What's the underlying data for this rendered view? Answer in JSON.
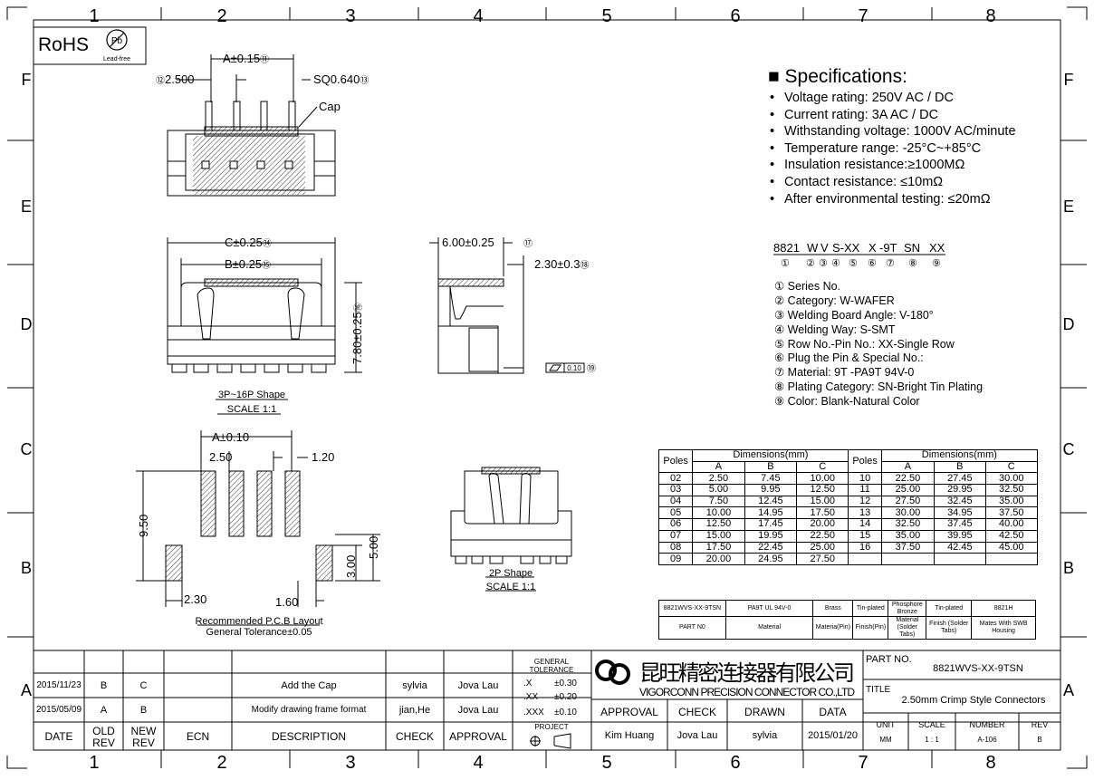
{
  "rohs": {
    "label": "RoHS",
    "pb": "Pb",
    "lead_free": "Lead-free"
  },
  "border": {
    "columns": [
      "1",
      "2",
      "3",
      "4",
      "5",
      "6",
      "7",
      "8"
    ],
    "rows": [
      "F",
      "E",
      "D",
      "C",
      "B",
      "A"
    ]
  },
  "top_view": {
    "dim_a": "A±0.15",
    "n11": "⑪",
    "pitch": "2.500",
    "n12": "⑫",
    "sq": "SQ0.640",
    "n13": "⑬",
    "cap": "Cap"
  },
  "front_view": {
    "dim_c": "C±0.25",
    "n14": "⑭",
    "dim_b": "B±0.25",
    "n15": "⑮",
    "height": "7.80±0.25",
    "n16": "⑯",
    "shape": "3P~16P Shape",
    "scale": "SCALE 1:1"
  },
  "side_view": {
    "width": "6.00±0.25",
    "n17": "⑰",
    "pin": "2.30±0.3",
    "n18": "⑱",
    "flat": "0.10",
    "n19": "⑲"
  },
  "pcb": {
    "dim_a": "A±0.10",
    "pitch": "2.50",
    "pad_w": "1.20",
    "h1": "9.50",
    "h2": "5.00",
    "h3": "3.00",
    "w1": "2.30",
    "w2": "1.60",
    "title": "Recommended P.C.B Layout",
    "tolerance": "General Tolerance±0.05"
  },
  "two_p": {
    "shape": "2P Shape",
    "scale": "SCALE 1:1"
  },
  "specs": {
    "title": "Specifications",
    "colon": ":",
    "items": [
      "Voltage rating: 250V AC / DC",
      "Current rating: 3A  AC / DC",
      "Withstanding voltage: 1000V AC/minute",
      "Temperature range: -25°C~+85°C",
      "Insulation resistance:≥1000MΩ",
      "Contact resistance: ≤10mΩ",
      "After environmental testing: ≤20mΩ"
    ]
  },
  "part_code": {
    "segments": [
      "8821",
      "W",
      "V",
      "S-XX",
      "X",
      "-9T",
      "SN",
      "XX"
    ],
    "numbers": [
      "①",
      "②",
      "③",
      "④",
      "⑤",
      "⑥",
      "⑦",
      "⑧",
      "⑨"
    ],
    "legend": [
      "① Series No.",
      "② Category: W-WAFER",
      "③ Welding Board Angle: V-180°",
      "④ Welding Way: S-SMT",
      "⑤ Row No.-Pin No.: XX-Single Row",
      "⑥ Plug the Pin & Special No.:",
      "⑦ Material: 9T -PA9T  94V-0",
      "⑧ Plating Category:  SN-Bright Tin Plating",
      "⑨ Color: Blank-Natural Color"
    ]
  },
  "dimensions_table": {
    "poles_label": "Poles",
    "dims_label": "Dimensions(mm)",
    "cols": [
      "A",
      "B",
      "C"
    ],
    "left": [
      [
        "02",
        "2.50",
        "7.45",
        "10.00"
      ],
      [
        "03",
        "5.00",
        "9.95",
        "12.50"
      ],
      [
        "04",
        "7.50",
        "12.45",
        "15.00"
      ],
      [
        "05",
        "10.00",
        "14.95",
        "17.50"
      ],
      [
        "06",
        "12.50",
        "17.45",
        "20.00"
      ],
      [
        "07",
        "15.00",
        "19.95",
        "22.50"
      ],
      [
        "08",
        "17.50",
        "22.45",
        "25.00"
      ],
      [
        "09",
        "20.00",
        "24.95",
        "27.50"
      ]
    ],
    "right": [
      [
        "10",
        "22.50",
        "27.45",
        "30.00"
      ],
      [
        "11",
        "25.00",
        "29.95",
        "32.50"
      ],
      [
        "12",
        "27.50",
        "32.45",
        "35.00"
      ],
      [
        "13",
        "30.00",
        "34.95",
        "37.50"
      ],
      [
        "14",
        "32.50",
        "37.45",
        "40.00"
      ],
      [
        "15",
        "35.00",
        "39.95",
        "42.50"
      ],
      [
        "16",
        "37.50",
        "42.45",
        "45.00"
      ]
    ]
  },
  "material_table": {
    "row1": [
      "8821WVS-XX-9TSN",
      "PA9T  UL 94V-0",
      "Brass",
      "Tin-plated",
      "Phosphore Bronze",
      "Tin-plated",
      "8821H"
    ],
    "row2": [
      "PART N0",
      "Material",
      "Materia(Pin)",
      "Finish(Pin)",
      "Material (Solder Tabs)",
      "Finish (Solder Tabs)",
      "Mates With SWB  Housing"
    ]
  },
  "revisions": [
    {
      "date": "2015/11/23",
      "old": "B",
      "new": "C",
      "desc": "Add the Cap",
      "check": "sylvia",
      "approval": "Jova Lau"
    },
    {
      "date": "2015/05/09",
      "old": "A",
      "new": "B",
      "desc": "Modify drawing frame format",
      "check": "jian,He",
      "approval": "Jova Lau"
    }
  ],
  "rev_headers": {
    "date": "DATE",
    "old": "OLD REV",
    "new": "NEW REV",
    "ecn": "ECN",
    "desc": "DESCRIPTION",
    "check": "CHECK",
    "approval": "APPROVAL"
  },
  "tolerance": {
    "title": "GENERAL TOLERANCE",
    "rows": [
      [
        ".X",
        "±0.30"
      ],
      [
        ".XX",
        "±0.20"
      ],
      [
        ".XXX",
        "±0.10"
      ]
    ],
    "project": "PROJECT"
  },
  "company": {
    "name_cn": "昆旺精密连接器有限公司",
    "name_en": "VIGORCONN PRECISION CONNECTOR CO.,LTD"
  },
  "signoff": {
    "headers": [
      "APPROVAL",
      "CHECK",
      "DRAWN",
      "DATA"
    ],
    "values": [
      "Kim Huang",
      "Jova Lau",
      "sylvia",
      "2015/01/20"
    ]
  },
  "title_block": {
    "part_no_label": "PART NO.",
    "part_no": "8821WVS-XX-9TSN",
    "title_label": "TITLE",
    "title": "2.50mm Crimp Style Connectors",
    "unit_label": "UNIT",
    "unit": "MM",
    "scale_label": "SCALE",
    "scale": "1 : 1",
    "number_label": "NUMBER",
    "number": "A-106",
    "rev_label": "REV",
    "rev": "B"
  }
}
